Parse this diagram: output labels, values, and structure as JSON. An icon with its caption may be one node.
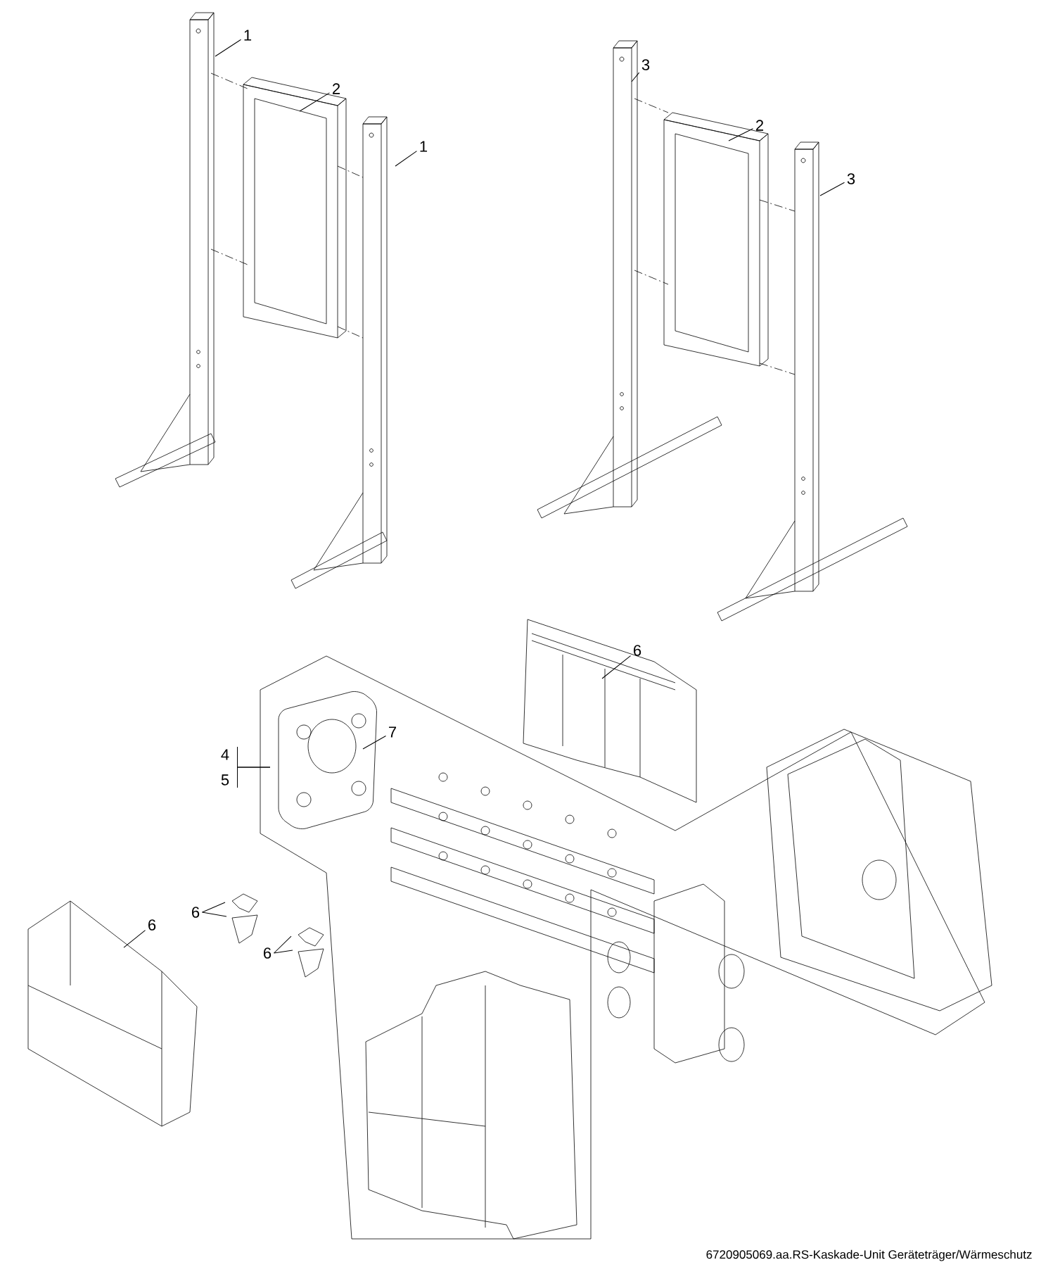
{
  "diagram": {
    "caption": "6720905069.aa.RS-Kaskade-Unit Geräteträger/Wärmeschutz",
    "nodes": [
      {
        "text": [
          "1"
        ]
      },
      {
        "text": [
          "2"
        ]
      },
      {
        "text": [
          "1"
        ]
      },
      {
        "text": [
          "3"
        ]
      },
      {
        "text": [
          "2"
        ]
      },
      {
        "text": [
          "3"
        ]
      },
      {
        "text": [
          "6"
        ]
      },
      {
        "text": [
          "4"
        ]
      },
      {
        "text": [
          "5"
        ]
      },
      {
        "text": [
          "7"
        ]
      },
      {
        "text": [
          "6"
        ]
      },
      {
        "text": [
          "6"
        ]
      },
      {
        "text": [
          "6"
        ]
      }
    ],
    "edges": [
      {
        "from": 0,
        "to": null,
        "arrow": "none"
      },
      {
        "from": 1,
        "to": null,
        "arrow": "none"
      },
      {
        "from": 2,
        "to": null,
        "arrow": "none"
      },
      {
        "from": 3,
        "to": null,
        "arrow": "none"
      },
      {
        "from": 4,
        "to": null,
        "arrow": "none"
      },
      {
        "from": 5,
        "to": null,
        "arrow": "none"
      },
      {
        "from": 6,
        "to": null,
        "arrow": "none"
      },
      {
        "from": 7,
        "to": null,
        "arrow": "none"
      },
      {
        "from": 8,
        "to": null,
        "arrow": "none"
      },
      {
        "from": 9,
        "to": null,
        "arrow": "none"
      },
      {
        "from": 10,
        "to": null,
        "arrow": "none"
      },
      {
        "from": 11,
        "to": null,
        "arrow": "none"
      },
      {
        "from": 11,
        "to": null,
        "arrow": "none"
      },
      {
        "from": 12,
        "to": null,
        "arrow": "none"
      },
      {
        "from": 12,
        "to": null,
        "arrow": "none"
      }
    ]
  }
}
